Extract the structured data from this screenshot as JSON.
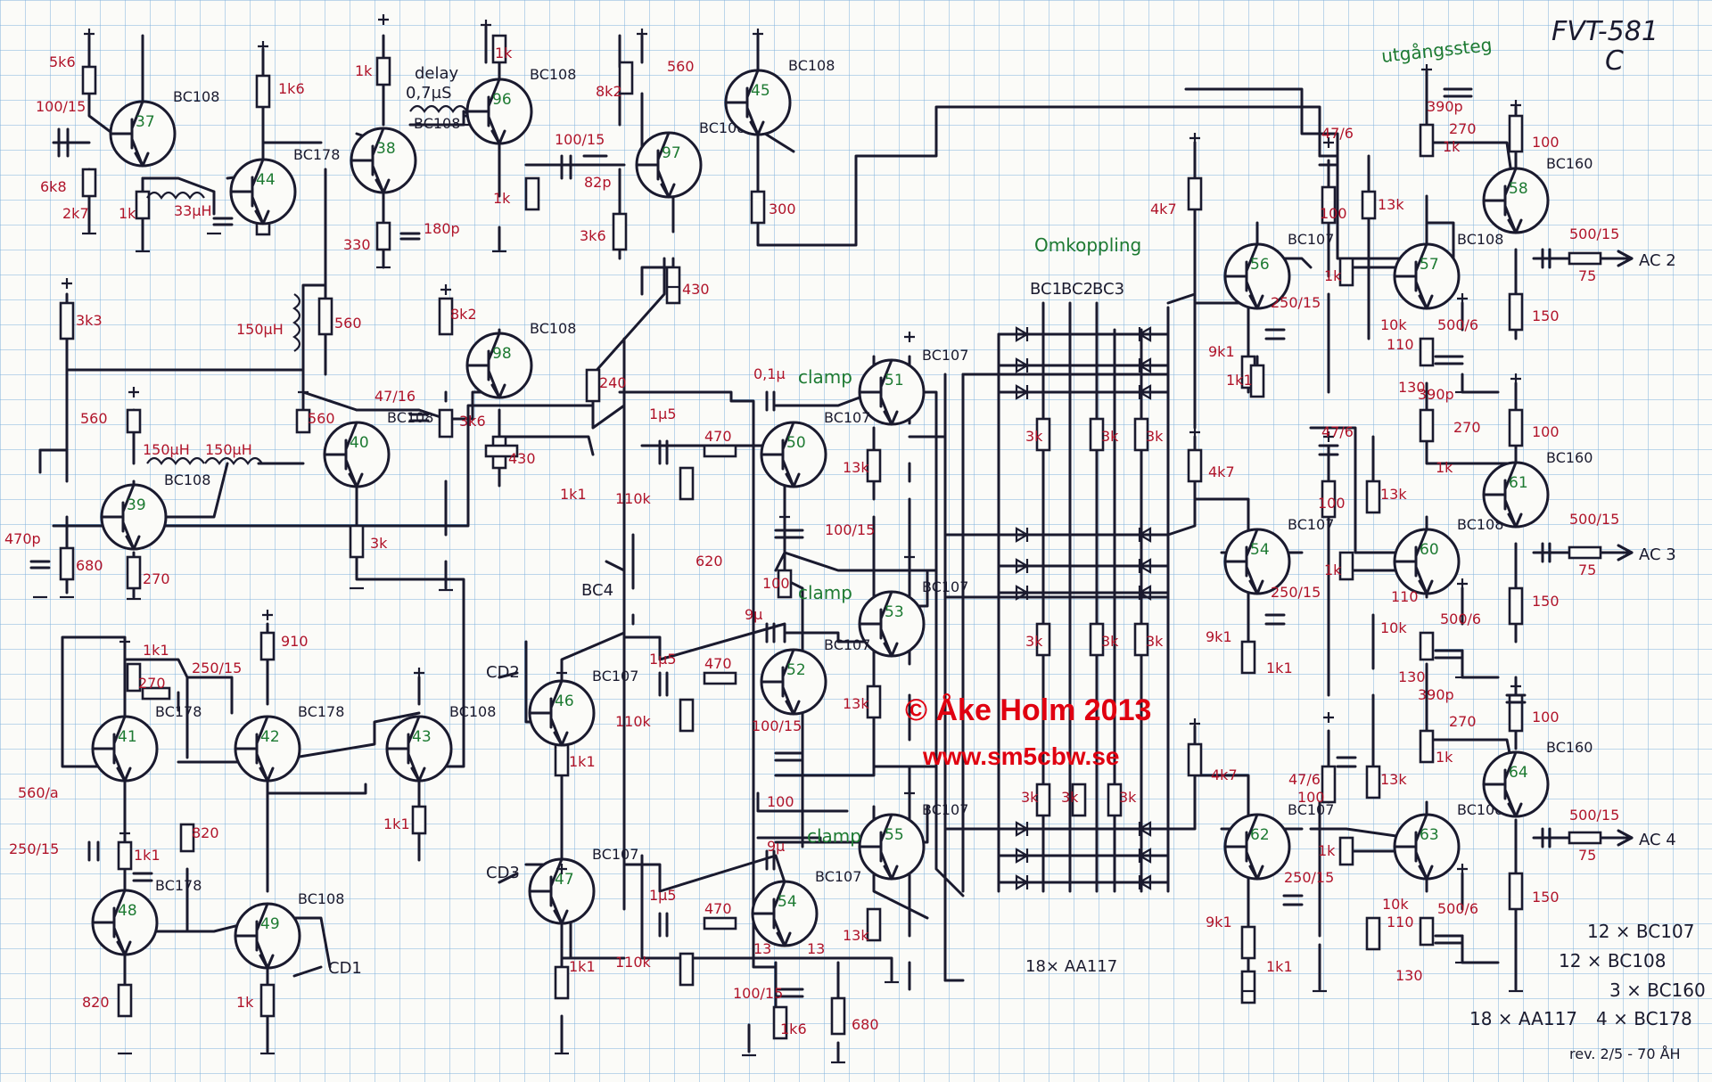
{
  "title": "FVT-581",
  "subtitle": "C",
  "copyright": "© Åke Holm 2013",
  "website": "www.sm5cbw.se",
  "section_labels": {
    "omkoppling": "Omkoppling",
    "utgangssteg": "utgångssteg",
    "delay": "delay",
    "delay_value": "0,7µS",
    "clamp": "clamp",
    "diodes": "18× AA117"
  },
  "switch_inputs": [
    "BC1",
    "BC2",
    "BC3"
  ],
  "ports": {
    "ac2": "AC 2",
    "ac3": "AC 3",
    "ac4": "AC 4",
    "cd1": "CD1",
    "cd2": "CD2",
    "cd3": "CD3",
    "bc4": "BC4"
  },
  "transistors": [
    {
      "num": "37",
      "type": "BC108"
    },
    {
      "num": "44",
      "type": "BC178"
    },
    {
      "num": "38",
      "type": "BC108"
    },
    {
      "num": "96",
      "type": "BC108"
    },
    {
      "num": "97",
      "type": "BC108"
    },
    {
      "num": "45",
      "type": "BC108"
    },
    {
      "num": "98",
      "type": "BC108"
    },
    {
      "num": "40",
      "type": "BC108"
    },
    {
      "num": "39",
      "type": "BC108"
    },
    {
      "num": "41",
      "type": "BC178"
    },
    {
      "num": "42",
      "type": "BC178"
    },
    {
      "num": "43",
      "type": "BC108"
    },
    {
      "num": "48",
      "type": "BC178"
    },
    {
      "num": "49",
      "type": "BC108"
    },
    {
      "num": "46",
      "type": "BC107"
    },
    {
      "num": "47",
      "type": "BC107"
    },
    {
      "num": "51",
      "type": "BC107"
    },
    {
      "num": "50",
      "type": "BC107"
    },
    {
      "num": "53",
      "type": "BC107"
    },
    {
      "num": "52",
      "type": "BC107"
    },
    {
      "num": "55",
      "type": "BC107"
    },
    {
      "num": "54",
      "type": "BC107"
    },
    {
      "num": "56",
      "type": "BC107"
    },
    {
      "num": "54",
      "type": "BC107"
    },
    {
      "num": "62",
      "type": "BC107"
    },
    {
      "num": "57",
      "type": "BC108"
    },
    {
      "num": "60",
      "type": "BC108"
    },
    {
      "num": "63",
      "type": "BC108"
    },
    {
      "num": "58",
      "type": "BC160"
    },
    {
      "num": "61",
      "type": "BC160"
    },
    {
      "num": "64",
      "type": "BC160"
    }
  ],
  "values": {
    "r_5k6": "5k6",
    "c_100_15": "100/15",
    "r_6k8": "6k8",
    "r_2k7": "2k7",
    "r_1k": "1k",
    "r_1k6": "1k6",
    "l_33uh": "33µH",
    "r_330": "330",
    "c_180p": "180p",
    "r_8k2": "8k2",
    "r_560": "560",
    "r_300": "300",
    "c_82p": "82p",
    "r_3k6": "3k6",
    "r_430": "430",
    "r_3k3": "3k3",
    "l_150uh": "150µH",
    "c_47_16": "47/16",
    "r_240": "240",
    "c_470p": "470p",
    "r_680": "680",
    "r_270": "270",
    "r_3k": "3k",
    "r_1k1": "1k1",
    "c_250_15": "250/15",
    "r_910": "910",
    "r_820": "820",
    "c_560_a": "560/a",
    "c_1u5": "1µ5",
    "r_470": "470",
    "r_110k": "110k",
    "r_13k": "13k",
    "c_0u": "0,1µ",
    "r_620": "620",
    "r_100": "100",
    "c_9u": "9µ",
    "r_4k7": "4k7",
    "r_9k1": "9k1",
    "c_47_6": "47/6",
    "c_390p": "390p",
    "r_150": "150",
    "r_75": "75",
    "c_500_15": "500/15",
    "c_500_6": "500/6",
    "r_10k": "10k",
    "r_130": "130",
    "r_110": "110",
    "r_1k6b": "1k6",
    "r_680b": "680",
    "r_13": "13"
  },
  "bom": [
    "12 × BC107",
    "12 × BC108",
    "3 × BC160",
    "4 × BC178",
    "18 × AA117"
  ],
  "revision": "rev. 2/5 - 70 ÅH"
}
